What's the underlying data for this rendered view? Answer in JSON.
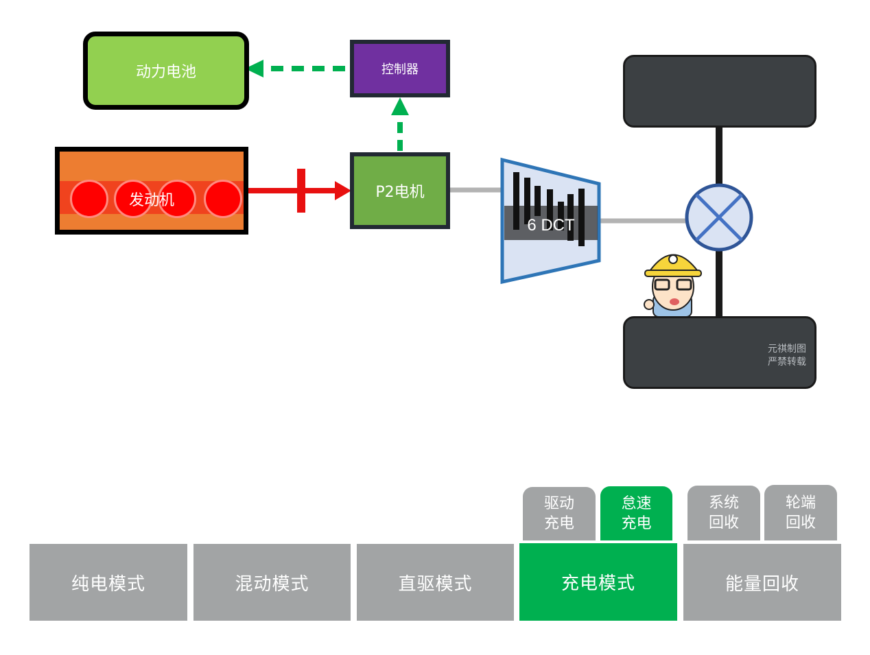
{
  "diagram": {
    "battery": {
      "label": "动力电池",
      "color": "#92d050"
    },
    "controller": {
      "label": "控制器",
      "color": "#7030a0"
    },
    "engine": {
      "label": "发动机",
      "color": "#ed7d31",
      "cylinders": 4
    },
    "p2_motor": {
      "label": "P2电机",
      "color": "#70ad47"
    },
    "transmission": {
      "label": "6 DCT"
    },
    "watermark": {
      "line1": "元祺制图",
      "line2": "严禁转载"
    },
    "flows": [
      {
        "from": "P2电机",
        "to": "控制器",
        "style": "dashed",
        "color": "#00b050"
      },
      {
        "from": "控制器",
        "to": "动力电池",
        "style": "dashed",
        "color": "#00b050"
      },
      {
        "from": "发动机",
        "to": "P2电机",
        "style": "solid",
        "color": "#e81010"
      }
    ]
  },
  "tabs": {
    "main": [
      {
        "label": "纯电模式",
        "active": false
      },
      {
        "label": "混动模式",
        "active": false
      },
      {
        "label": "直驱模式",
        "active": false
      },
      {
        "label": "充电模式",
        "active": true
      },
      {
        "label": "能量回收",
        "active": false
      }
    ],
    "charge_sub": [
      {
        "line1": "驱动",
        "line2": "充电",
        "active": false
      },
      {
        "line1": "怠速",
        "line2": "充电",
        "active": true
      }
    ],
    "recovery_sub": [
      {
        "line1": "系统",
        "line2": "回收",
        "active": false
      },
      {
        "line1": "轮端",
        "line2": "回收",
        "active": false
      }
    ]
  },
  "colors": {
    "active": "#00b050",
    "inactive": "#a2a4a5"
  }
}
